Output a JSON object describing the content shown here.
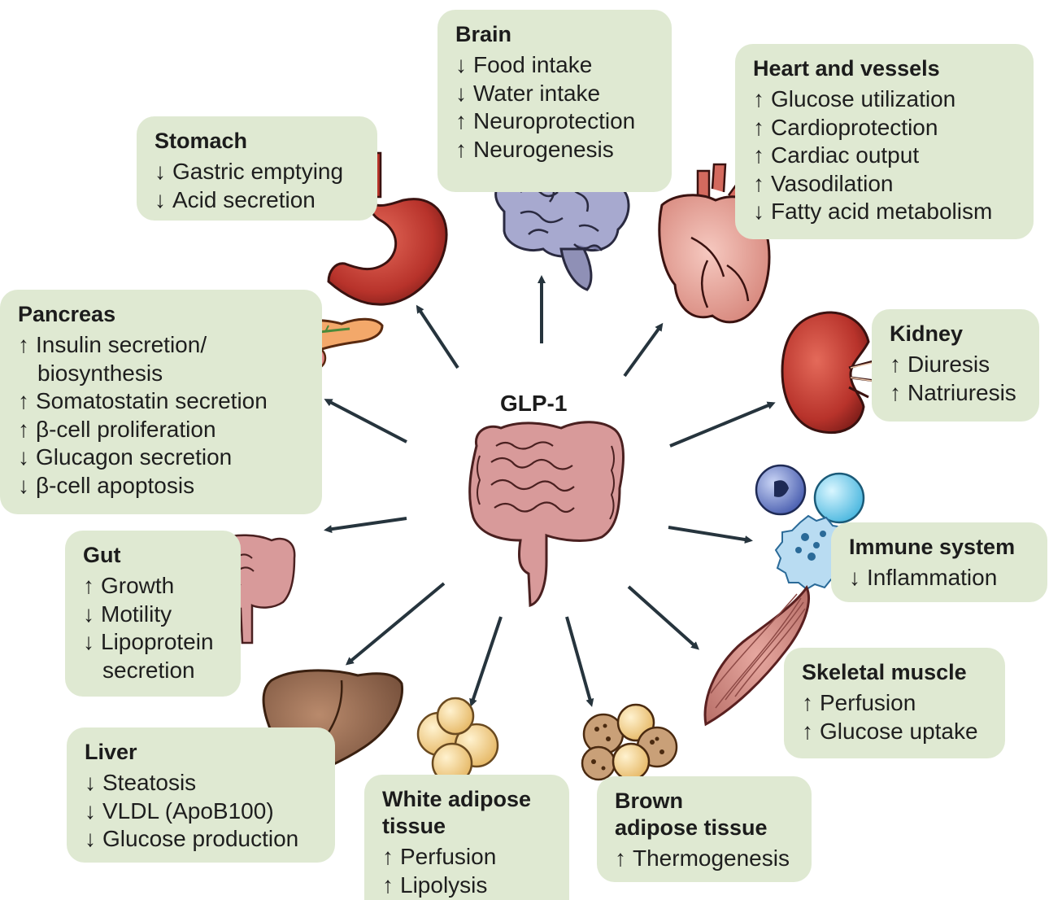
{
  "center": {
    "title": "GLP-1"
  },
  "boxes": {
    "brain": {
      "title": "Brain",
      "items": [
        {
          "dir": "↓",
          "text": "Food intake"
        },
        {
          "dir": "↓",
          "text": "Water intake"
        },
        {
          "dir": "↑",
          "text": "Neuroprotection"
        },
        {
          "dir": "↑",
          "text": "Neurogenesis"
        }
      ]
    },
    "heart": {
      "title": "Heart and vessels",
      "items": [
        {
          "dir": "↑",
          "text": "Glucose utilization"
        },
        {
          "dir": "↑",
          "text": "Cardioprotection"
        },
        {
          "dir": "↑",
          "text": "Cardiac output"
        },
        {
          "dir": "↑",
          "text": "Vasodilation"
        },
        {
          "dir": "↓",
          "text": "Fatty acid metabolism"
        }
      ]
    },
    "stomach": {
      "title": "Stomach",
      "items": [
        {
          "dir": "↓",
          "text": "Gastric emptying"
        },
        {
          "dir": "↓",
          "text": "Acid secretion"
        }
      ]
    },
    "pancreas": {
      "title": "Pancreas",
      "items": [
        {
          "dir": "↑",
          "text": "Insulin secretion/"
        },
        {
          "dir": "",
          "text": "biosynthesis"
        },
        {
          "dir": "↑",
          "text": "Somatostatin secretion"
        },
        {
          "dir": "↑",
          "text": "β-cell proliferation"
        },
        {
          "dir": "↓",
          "text": "Glucagon secretion"
        },
        {
          "dir": "↓",
          "text": "β-cell apoptosis"
        }
      ]
    },
    "kidney": {
      "title": "Kidney",
      "items": [
        {
          "dir": "↑",
          "text": "Diuresis"
        },
        {
          "dir": "↑",
          "text": "Natriuresis"
        }
      ]
    },
    "immune": {
      "title": "Immune system",
      "items": [
        {
          "dir": "↓",
          "text": "Inflammation"
        }
      ]
    },
    "gut": {
      "title": "Gut",
      "items": [
        {
          "dir": "↑",
          "text": "Growth"
        },
        {
          "dir": "↓",
          "text": "Motility"
        },
        {
          "dir": "↓",
          "text": "Lipoprotein"
        },
        {
          "dir": "",
          "text": "secretion"
        }
      ]
    },
    "skeletal": {
      "title": "Skeletal muscle",
      "items": [
        {
          "dir": "↑",
          "text": "Perfusion"
        },
        {
          "dir": "↑",
          "text": "Glucose uptake"
        }
      ]
    },
    "liver": {
      "title": "Liver",
      "items": [
        {
          "dir": "↓",
          "text": "Steatosis"
        },
        {
          "dir": "↓",
          "text": "VLDL (ApoB100)"
        },
        {
          "dir": "↓",
          "text": "Glucose production"
        }
      ]
    },
    "white": {
      "title_lines": [
        "White adipose",
        "tissue"
      ],
      "items": [
        {
          "dir": "↑",
          "text": "Perfusion"
        },
        {
          "dir": "↑",
          "text": "Lipolysis"
        }
      ]
    },
    "brown": {
      "title_lines": [
        "Brown",
        "adipose tissue"
      ],
      "items": [
        {
          "dir": "↑",
          "text": "Thermogenesis"
        }
      ]
    }
  },
  "colors": {
    "box_fill": "#dfe9d2",
    "arrow": "#26343d",
    "organ_red": "#b8332b",
    "intestine_pink": "#d89a9a",
    "brain_lavender": "#a7a9cf",
    "liver_brown": "#9a6a4e",
    "fat_yellow": "#f4d495"
  },
  "icons": [
    "brain-icon",
    "heart-icon",
    "stomach-icon",
    "pancreas-icon",
    "kidney-icon",
    "immune-cells-icon",
    "intestine-icon",
    "gut-icon",
    "muscle-icon",
    "liver-icon",
    "white-fat-icon",
    "brown-fat-icon"
  ]
}
